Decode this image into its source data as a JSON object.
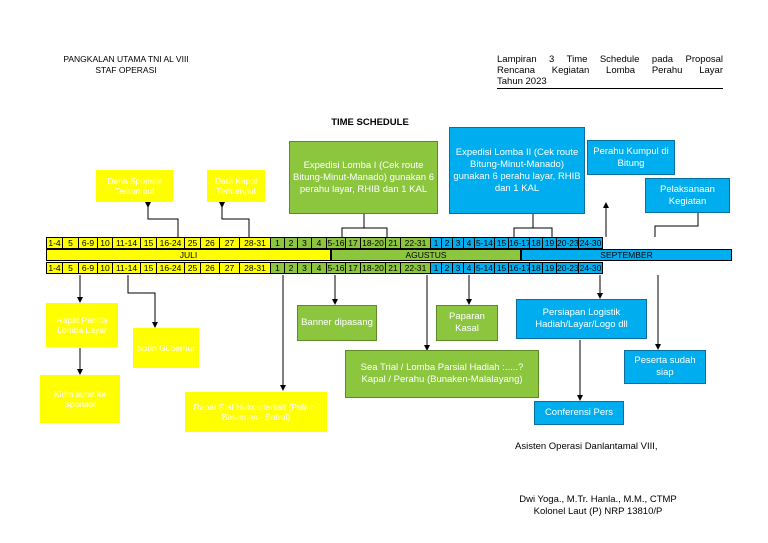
{
  "header": {
    "left_line1": "PANGKALAN UTAMA TNI AL VIII",
    "left_line2": "STAF OPERASI",
    "right_line1": "Lampiran 3 Time Schedule pada Proposal",
    "right_line2": "Rencana Kegiatan Lomba Perahu Layar",
    "right_line3": "Tahun 2023"
  },
  "title": "TIME SCHEDULE",
  "timeline": {
    "juli": {
      "label": "JULI",
      "days": [
        "1-4",
        "5",
        "6-9",
        "10",
        "11-14",
        "15",
        "16-24",
        "25",
        "26",
        "27",
        "28-31"
      ]
    },
    "agustus": {
      "label": "AGUSTUS",
      "days": [
        "1",
        "2",
        "3",
        "4",
        "5-16",
        "17",
        "18-20",
        "21",
        "22-31"
      ]
    },
    "september": {
      "label": "SEPTEMBER",
      "days": [
        "1",
        "2",
        "3",
        "4",
        "5-14",
        "15",
        "16-17",
        "18",
        "19",
        "20-23",
        "24-30"
      ]
    }
  },
  "boxes": {
    "dana_sponsor": "Dana Sponsor Terkumpul",
    "data_kapal": "Data Kapal Terkumpul",
    "expedisi_1": "Expedisi Lomba I (Cek route Bitung-Minut-Manado) gunakan 6 perahu layar, RHIB dan 1 KAL",
    "expedisi_2": "Expedisi Lomba II (Cek route Bitung-Minut-Manado) gunakan 6 perahu layar, RHIB dan 1 KAL",
    "perahu_kumpul": "Perahu Kumpul di Bitung",
    "pelaksanaan": "Pelaksanaan Kegiatan",
    "rapat_panitia": "Rapat Panitia Lomba Layar",
    "sprin": "Sprin Gubernur",
    "kirim_surat": "Kirim surat ke Sponsor",
    "rapat_staf": "Rapat Staf Hidros terkait (Polair - Basarnas - Satrol)",
    "banner": "Banner dipasang",
    "paparan": "Paparan Kasal",
    "sea_trial": "Sea Trial / Lomba Parsial Hadiah :.....? Kapal / Perahu (Bunaken-Malalayang)",
    "persiapan": "Persiapan Logistik Hadiah/Layar/Logo dll",
    "peserta": "Peserta sudah siap",
    "konferensi": "Conferensi Pers"
  },
  "signature": {
    "role": "Asisten Operasi Danlantamal VIII,",
    "name": "Dwi Yoga., M.Tr. Hanla., M.M., CTMP",
    "rank": "Kolonel Laut (P) NRP 13810/P"
  },
  "colors": {
    "yellow": "#ffff00",
    "green": "#8cc63f",
    "blue": "#00aeef"
  }
}
